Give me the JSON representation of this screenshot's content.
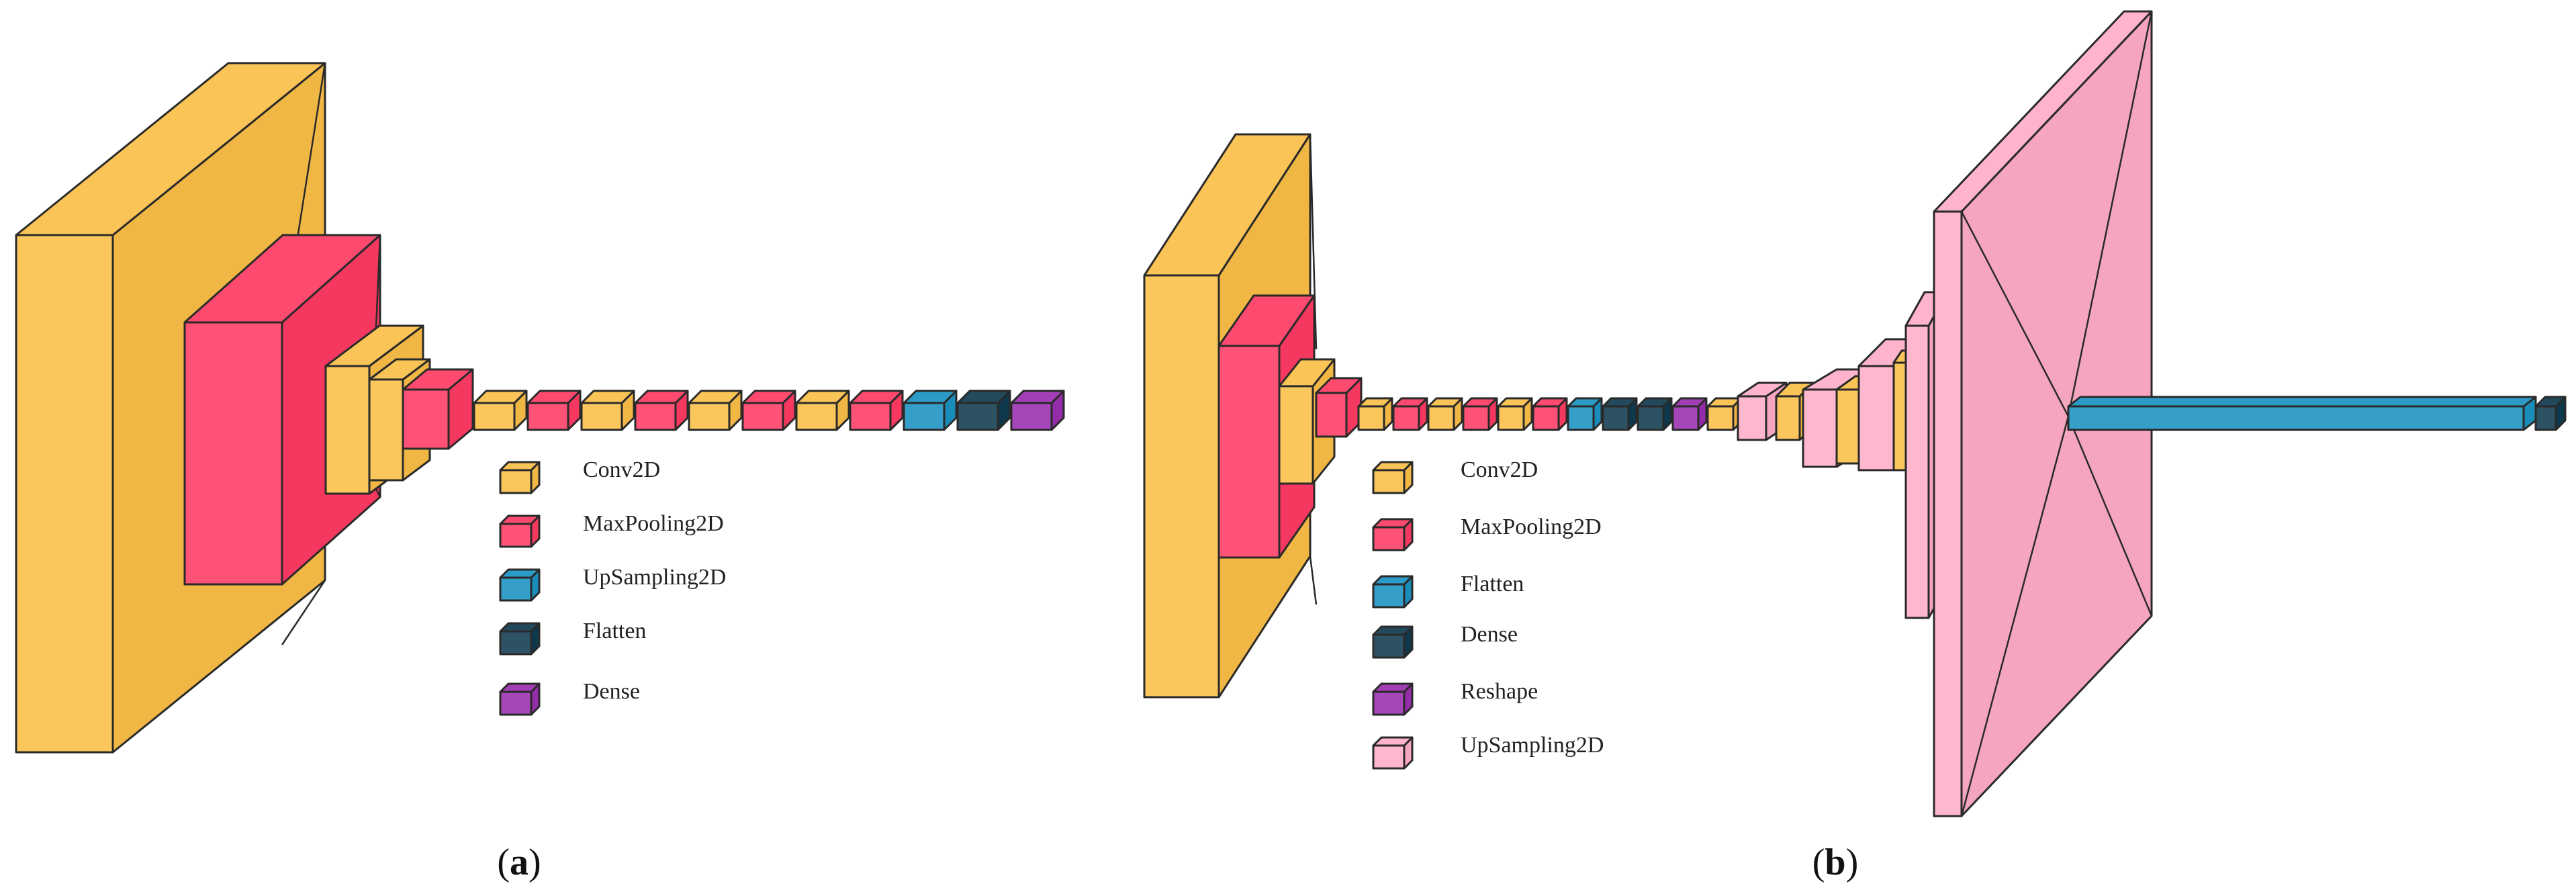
{
  "colors": {
    "Conv2D": "#fbbf47",
    "MaxPooling2D": "#ff3a63",
    "UpSampling2D_a": "#1a92c2",
    "Flatten": "#0f3a4e",
    "Dense": "#9a2eb0",
    "Reshape": "#9a2eb0",
    "UpSampling2D_b": "#ffadc6",
    "edge": "#2a2a2a"
  },
  "panel_a": {
    "caption": {
      "open": "(",
      "letter": "a",
      "close": ")"
    },
    "legend": [
      {
        "label": "Conv2D",
        "layer": "Conv2D"
      },
      {
        "label": "MaxPooling2D",
        "layer": "MaxPooling2D"
      },
      {
        "label": "UpSampling2D",
        "layer": "UpSampling2D_a"
      },
      {
        "label": "Flatten",
        "layer": "Flatten"
      },
      {
        "label": "Dense",
        "layer": "Dense"
      }
    ],
    "layers": [
      "Conv2D",
      "MaxPooling2D",
      "Conv2D",
      "Conv2D",
      "MaxPooling2D",
      "Conv2D",
      "MaxPooling2D",
      "Conv2D",
      "MaxPooling2D",
      "Conv2D",
      "MaxPooling2D",
      "Conv2D",
      "MaxPooling2D",
      "UpSampling2D_a",
      "Flatten",
      "Dense"
    ]
  },
  "panel_b": {
    "caption": {
      "open": "(",
      "letter": "b",
      "close": ")"
    },
    "legend": [
      {
        "label": "Conv2D",
        "layer": "Conv2D"
      },
      {
        "label": "MaxPooling2D",
        "layer": "MaxPooling2D"
      },
      {
        "label": "Flatten",
        "layer": "UpSampling2D_a"
      },
      {
        "label": "Dense",
        "layer": "Flatten"
      },
      {
        "label": "Reshape",
        "layer": "Reshape"
      },
      {
        "label": "UpSampling2D",
        "layer": "UpSampling2D_b"
      }
    ],
    "layers": [
      "Conv2D",
      "MaxPooling2D",
      "Conv2D",
      "MaxPooling2D",
      "Conv2D",
      "MaxPooling2D",
      "Conv2D",
      "MaxPooling2D",
      "Conv2D",
      "MaxPooling2D",
      "UpSampling2D_a",
      "Flatten",
      "Flatten",
      "Reshape",
      "Conv2D",
      "UpSampling2D_b",
      "Conv2D",
      "UpSampling2D_b",
      "Conv2D",
      "UpSampling2D_b",
      "Conv2D",
      "UpSampling2D_b",
      "UpSampling2D_a",
      "Flatten"
    ]
  }
}
